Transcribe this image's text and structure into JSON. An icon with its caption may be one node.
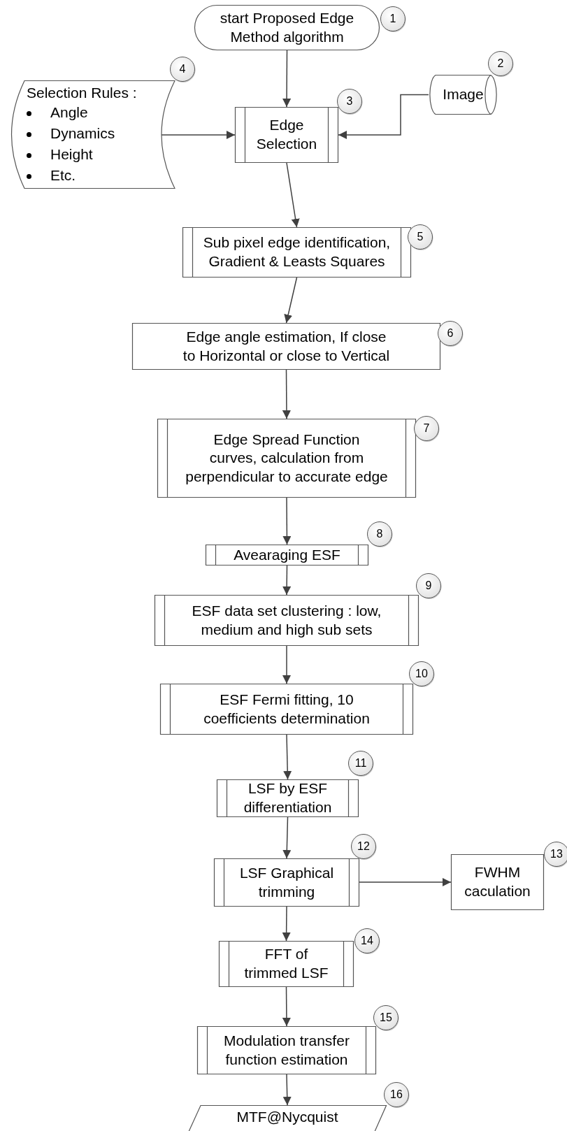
{
  "diagram": {
    "nodes": [
      {
        "text": [
          "start Proposed Edge Method algorithm"
        ],
        "beside": [
          "1"
        ]
      },
      {
        "text": [
          "Image"
        ],
        "beside": [
          "2"
        ]
      },
      {
        "text": [
          "Edge Selection"
        ],
        "beside": [
          "3"
        ]
      },
      {
        "text": [
          "Selection Rules :",
          "Angle",
          "Dynamics",
          "Height",
          "Etc."
        ],
        "beside": [
          "4"
        ]
      },
      {
        "text": [
          "Sub pixel edge identification, Gradient & Leasts Squares"
        ],
        "beside": [
          "5"
        ]
      },
      {
        "text": [
          "Edge angle estimation, If close to Horizontal or close to Vertical"
        ],
        "beside": [
          "6"
        ]
      },
      {
        "text": [
          "Edge Spread Function curves, calculation from perpendicular to accurate edge"
        ],
        "beside": [
          "7"
        ]
      },
      {
        "text": [
          "Avearaging ESF"
        ],
        "beside": [
          "8"
        ]
      },
      {
        "text": [
          "ESF data set clustering : low, medium and high sub sets"
        ],
        "beside": [
          "9"
        ]
      },
      {
        "text": [
          "ESF Fermi fitting, 10 coefficients determination"
        ],
        "beside": [
          "10"
        ]
      },
      {
        "text": [
          "LSF by ESF differentiation"
        ],
        "beside": [
          "11"
        ]
      },
      {
        "text": [
          "LSF Graphical trimming"
        ],
        "beside": [
          "12"
        ]
      },
      {
        "text": [
          "FWHM caculation"
        ],
        "beside": [
          "13"
        ]
      },
      {
        "text": [
          "FFT of trimmed LSF"
        ],
        "beside": [
          "14"
        ]
      },
      {
        "text": [
          "Modulation transfer function estimation"
        ],
        "beside": [
          "15"
        ]
      },
      {
        "text": [
          "MTF@Nycquist"
        ],
        "beside": [
          "16"
        ]
      }
    ],
    "edges": [
      {
        "from": 0,
        "to": 2,
        "arrow": "to"
      },
      {
        "from": 3,
        "to": 2,
        "arrow": "to"
      },
      {
        "from": 1,
        "to": 2,
        "arrow": "to"
      },
      {
        "from": 2,
        "to": 4,
        "arrow": "to"
      },
      {
        "from": 4,
        "to": 5,
        "arrow": "to"
      },
      {
        "from": 5,
        "to": 6,
        "arrow": "to"
      },
      {
        "from": 6,
        "to": 7,
        "arrow": "to"
      },
      {
        "from": 7,
        "to": 8,
        "arrow": "to"
      },
      {
        "from": 8,
        "to": 9,
        "arrow": "to"
      },
      {
        "from": 9,
        "to": 10,
        "arrow": "to"
      },
      {
        "from": 10,
        "to": 11,
        "arrow": "to"
      },
      {
        "from": 11,
        "to": 12,
        "arrow": "to"
      },
      {
        "from": 11,
        "to": 13,
        "arrow": "to"
      },
      {
        "from": 13,
        "to": 14,
        "arrow": "to"
      },
      {
        "from": 14,
        "to": 15,
        "arrow": "to"
      }
    ]
  }
}
